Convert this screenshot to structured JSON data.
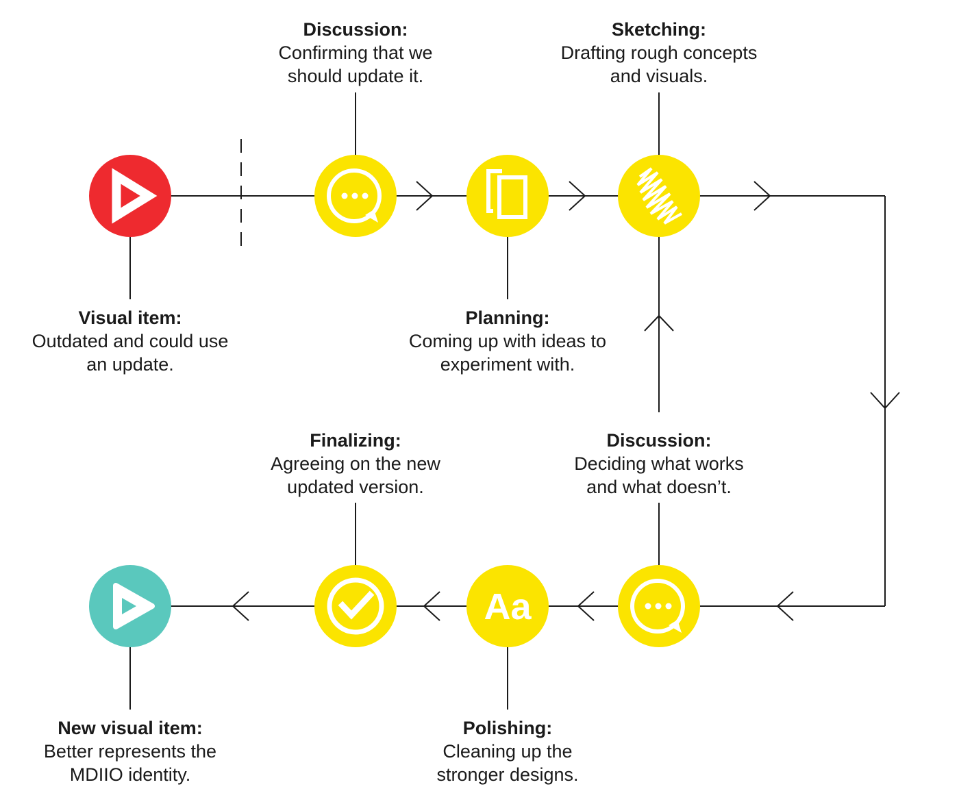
{
  "colors": {
    "start": "#ee2a2f",
    "step": "#fbe400",
    "end": "#5ac8bd",
    "line": "#1a1a1a"
  },
  "nodes": [
    {
      "id": "visual-item",
      "icon": "play-icon",
      "title": "Visual item:",
      "desc": "Outdated and could use\nan update."
    },
    {
      "id": "discussion-1",
      "icon": "chat-bubble-icon",
      "title": "Discussion:",
      "desc": "Confirming that we\nshould update it."
    },
    {
      "id": "planning",
      "icon": "documents-icon",
      "title": "Planning:",
      "desc": "Coming up with ideas to\nexperiment with."
    },
    {
      "id": "sketching",
      "icon": "scribble-icon",
      "title": "Sketching:",
      "desc": "Drafting rough concepts\nand visuals."
    },
    {
      "id": "discussion-2",
      "icon": "chat-bubble-icon",
      "title": "Discussion:",
      "desc": "Deciding what works\nand what doesn’t."
    },
    {
      "id": "polishing",
      "icon": "typography-icon",
      "icon_text": "Aa",
      "title": "Polishing:",
      "desc": "Cleaning up the\nstronger designs."
    },
    {
      "id": "finalizing",
      "icon": "checkmark-icon",
      "title": "Finalizing:",
      "desc": "Agreeing on the new\nupdated version."
    },
    {
      "id": "new-visual-item",
      "icon": "play-icon",
      "title": "New visual item:",
      "desc": "Better represents the\nMDIIO identity."
    }
  ]
}
